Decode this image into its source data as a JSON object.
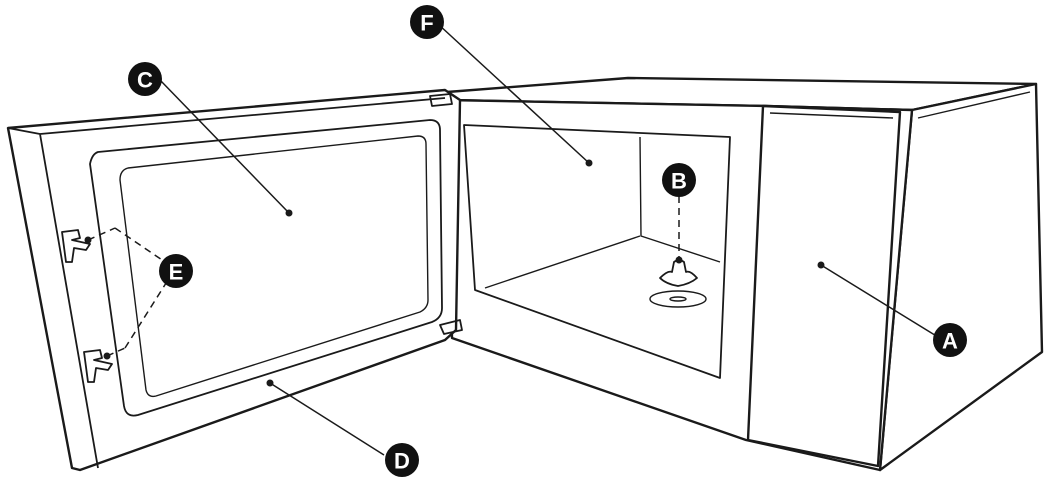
{
  "figure": {
    "subject": "microwave-oven-open-door"
  },
  "callouts": [
    {
      "id": "A",
      "label": "A"
    },
    {
      "id": "B",
      "label": "B"
    },
    {
      "id": "C",
      "label": "C"
    },
    {
      "id": "D",
      "label": "D"
    },
    {
      "id": "E",
      "label": "E"
    },
    {
      "id": "F",
      "label": "F"
    }
  ],
  "colors": {
    "line": "#1a1a1a",
    "callout_fill": "#111111",
    "callout_text": "#ffffff",
    "background": "#ffffff"
  }
}
